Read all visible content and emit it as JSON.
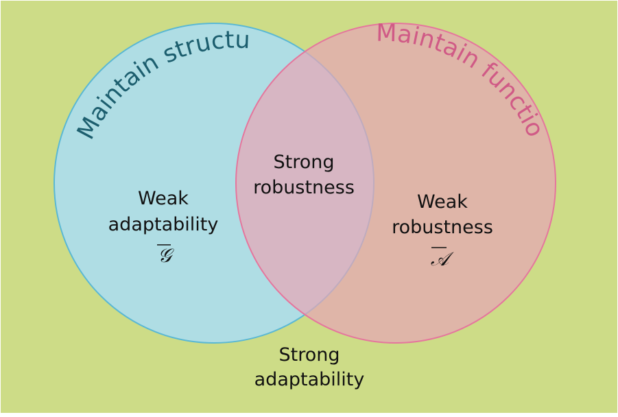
{
  "colors": {
    "background": "#cddc87",
    "structure_fill": "#acdcec",
    "structure_stroke": "#5ab8d4",
    "structure_title": "#1c5e6e",
    "function_fill": "#e6a6b5",
    "function_stroke": "#e5769d",
    "function_title": "#d05a86",
    "text": "#111111"
  },
  "diagram": {
    "left_circle_title": "Maintain structure",
    "right_circle_title": "Maintain function",
    "left_region": {
      "line1": "Weak",
      "line2": "adaptability",
      "symbol": "𝒢"
    },
    "overlap_region": {
      "line1": "Strong",
      "line2": "robustness"
    },
    "right_region": {
      "line1": "Weak",
      "line2": "robustness",
      "symbol": "𝒜"
    },
    "outside_region": {
      "line1": "Strong",
      "line2": "adaptability"
    }
  }
}
